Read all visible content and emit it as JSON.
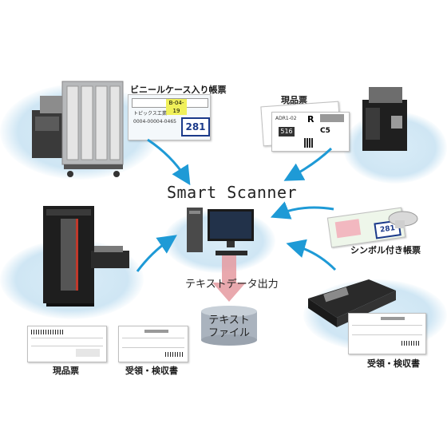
{
  "center": {
    "title": "Smart Scanner",
    "output_label": "テキストデータ出力",
    "file_line1": "テキスト",
    "file_line2": "ファイル"
  },
  "labels": {
    "vinyl_case": "ビニールケース入り帳票",
    "genpinhyo_top": "現品票",
    "symbol_sheet": "シンボル付き帳票",
    "genpinhyo_bottom": "現品票",
    "receipt_left": "受領・検収書",
    "receipt_right": "受領・検収書"
  },
  "card_vinyl": {
    "code": "B-04-19",
    "number": "281",
    "line1": "トピックス工業",
    "line2": "0004-00004-0465"
  },
  "card_genpin": {
    "code": "R",
    "a": "516",
    "b": "C5"
  },
  "card_symbol": {
    "number": "281"
  },
  "colors": {
    "arrow": "#1e9ad6",
    "blob": "#cfe6f4",
    "machine_dark": "#2a2a2a",
    "machine_red": "#c0392b",
    "file": "#a9b2bd",
    "down_arrow": "#e59aa0"
  }
}
